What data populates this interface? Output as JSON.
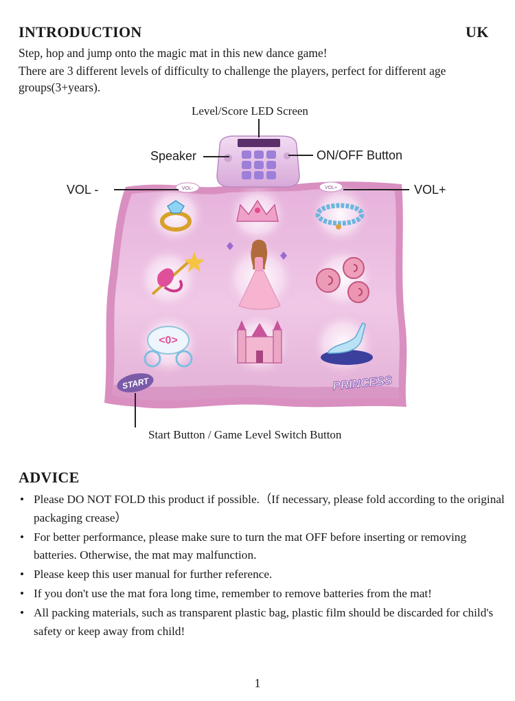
{
  "intro": {
    "heading": "INTRODUCTION",
    "region": "UK",
    "line1": "Step, hop and jump onto the magic mat in this new dance game!",
    "line2": "There are 3 different levels of difficulty to challenge the players, perfect for different age groups(3+years)."
  },
  "diagram": {
    "labels": {
      "screen": "Level/Score LED Screen",
      "speaker": "Speaker",
      "power": "ON/OFF Button",
      "vol_down": "VOL -",
      "vol_up": "VOL+",
      "start": "Start Button / Game Level Switch Button"
    },
    "mat_text": {
      "start_pad": "START",
      "brand": "PRINCESS",
      "vol_down_btn": "VOL-",
      "vol_up_btn": "VOL+"
    },
    "pads": [
      "ring-icon",
      "tiara-icon",
      "bracelet-icon",
      "wand-icon",
      "princess-icon",
      "roses-icon",
      "carriage-icon",
      "castle-icon",
      "slipper-icon"
    ],
    "colors": {
      "mat_border": "#d98fc0",
      "mat_fill": "#e9b8dd",
      "mat_glow": "#f7e3f2",
      "console": "#e7c6e8",
      "start_pad": "#7a5ba8"
    }
  },
  "advice": {
    "heading": "ADVICE",
    "items": [
      "Please DO NOT FOLD this product if possible.（If  necessary, please fold according to the original packaging crease）",
      "For better performance, please make sure to turn the mat OFF before inserting or removing batteries. Otherwise, the mat may malfunction.",
      "Please keep this user manual for further reference.",
      "If you don't use the mat fora long time, remember to remove batteries from the mat!",
      "All packing materials, such as transparent plastic bag, plastic film should be discarded for child's safety or keep away from child!"
    ],
    "bullet": "•"
  },
  "footer": {
    "page": "1"
  }
}
